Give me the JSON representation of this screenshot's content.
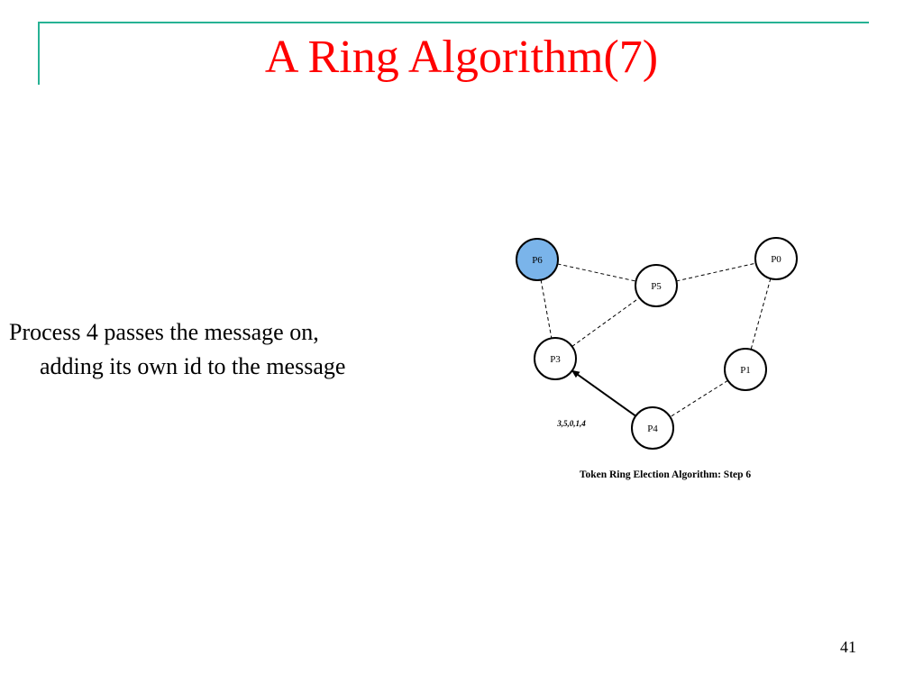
{
  "slide": {
    "title": "A Ring Algorithm(7)",
    "bullet_lines": [
      "Process 4 passes the message on,",
      "adding its own id to the message"
    ],
    "page_number": "41"
  },
  "diagram": {
    "caption": "Token Ring Election Algorithm:  Step 6",
    "message_label": "3,5,0,1,4",
    "highlight_color": "#7ab4ea",
    "nodes": [
      {
        "id": "P6",
        "label": "P6",
        "highlighted": true
      },
      {
        "id": "P5",
        "label": "P5",
        "highlighted": false
      },
      {
        "id": "P0",
        "label": "P0",
        "highlighted": false
      },
      {
        "id": "P3",
        "label": "P3",
        "highlighted": false
      },
      {
        "id": "P1",
        "label": "P1",
        "highlighted": false
      },
      {
        "id": "P4",
        "label": "P4",
        "highlighted": false
      }
    ],
    "dashed_links": [
      [
        "P6",
        "P5"
      ],
      [
        "P5",
        "P0"
      ],
      [
        "P6",
        "P3"
      ],
      [
        "P3",
        "P5"
      ],
      [
        "P0",
        "P1"
      ],
      [
        "P1",
        "P4"
      ]
    ],
    "message_arrow": {
      "from": "P4",
      "to": "P3"
    }
  }
}
